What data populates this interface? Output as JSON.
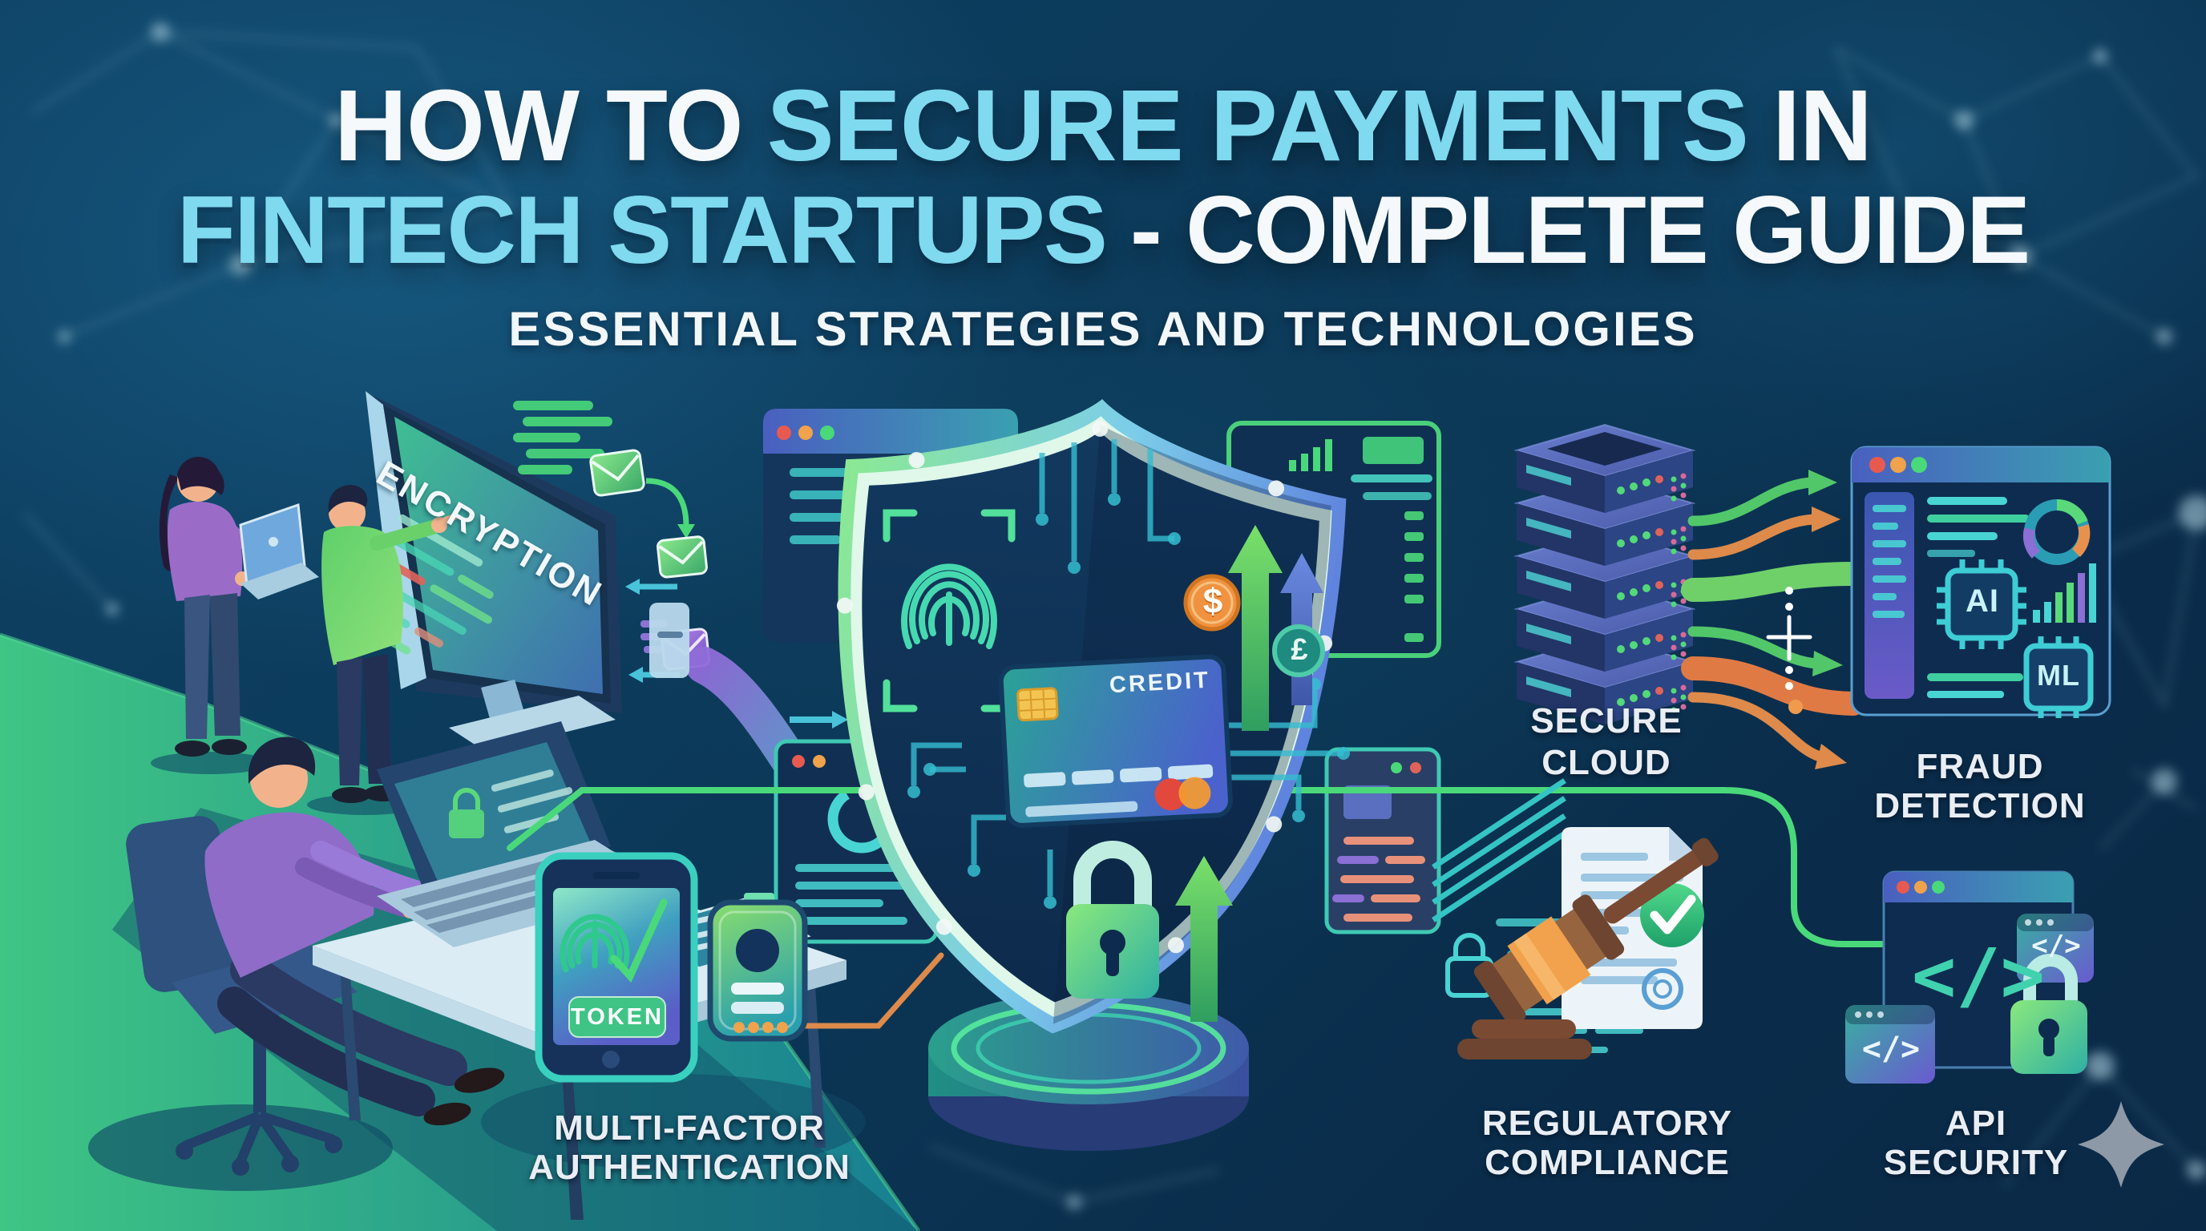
{
  "title": {
    "part1": "HOW TO",
    "part2": "SECURE PAYMENTS",
    "part3": "IN",
    "part4": "FINTECH STARTUPS",
    "part5": "- COMPLETE GUIDE",
    "subtitle": "ESSENTIAL STRATEGIES AND TECHNOLOGIES"
  },
  "scene": {
    "monitor_text": "ENCRYPTION",
    "card_text": "CREDIT",
    "coin_dollar": "$",
    "coin_pound": "£",
    "phone_token": "TOKEN",
    "ai_chip": "AI",
    "ml_chip": "ML",
    "code_glyph": "</>"
  },
  "features": {
    "secure_cloud": {
      "line1": "SECURE",
      "line2": "CLOUD"
    },
    "fraud_detection": {
      "line1": "FRAUD",
      "line2": "DETECTION"
    },
    "multi_factor": {
      "line1": "MULTI-FACTOR",
      "line2": "AUTHENTICATION"
    },
    "regulatory": {
      "line1": "REGULATORY",
      "line2": "COMPLIANCE"
    },
    "api_security": {
      "line1": "API",
      "line2": "SECURITY"
    }
  },
  "colors": {
    "background": "#0c3654",
    "accent_cyan": "#7fd9ef",
    "title_white": "#f5f9fc",
    "shield_green": "#8bea8e",
    "shield_blue": "#5f84dd",
    "label_text": "#e9eef4",
    "connector_green": "#4ad97a",
    "connector_orange": "#de8a4a"
  }
}
